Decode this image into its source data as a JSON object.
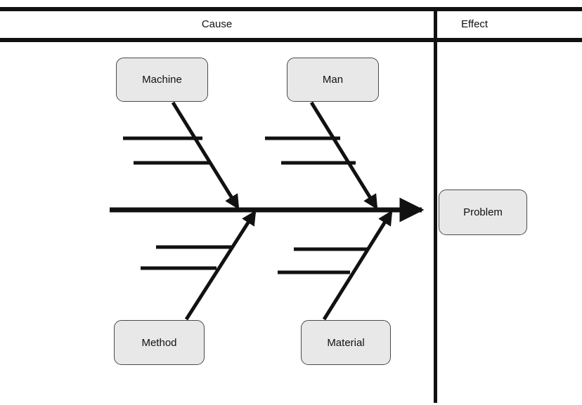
{
  "diagram": {
    "type": "fishbone-ishikawa",
    "headers": {
      "cause": "Cause",
      "effect": "Effect"
    },
    "colors": {
      "line": "#111111",
      "box_fill": "#e8e8e8",
      "box_border": "#4a4a4a",
      "text": "#111111",
      "background": "#ffffff"
    },
    "effect_box": {
      "label": "Problem"
    },
    "categories": [
      {
        "id": "machine",
        "label": "Machine",
        "position": "top-left",
        "sub_bones": 2
      },
      {
        "id": "man",
        "label": "Man",
        "position": "top-right",
        "sub_bones": 2
      },
      {
        "id": "method",
        "label": "Method",
        "position": "bottom-left",
        "sub_bones": 2
      },
      {
        "id": "material",
        "label": "Material",
        "position": "bottom-right",
        "sub_bones": 2
      }
    ]
  }
}
